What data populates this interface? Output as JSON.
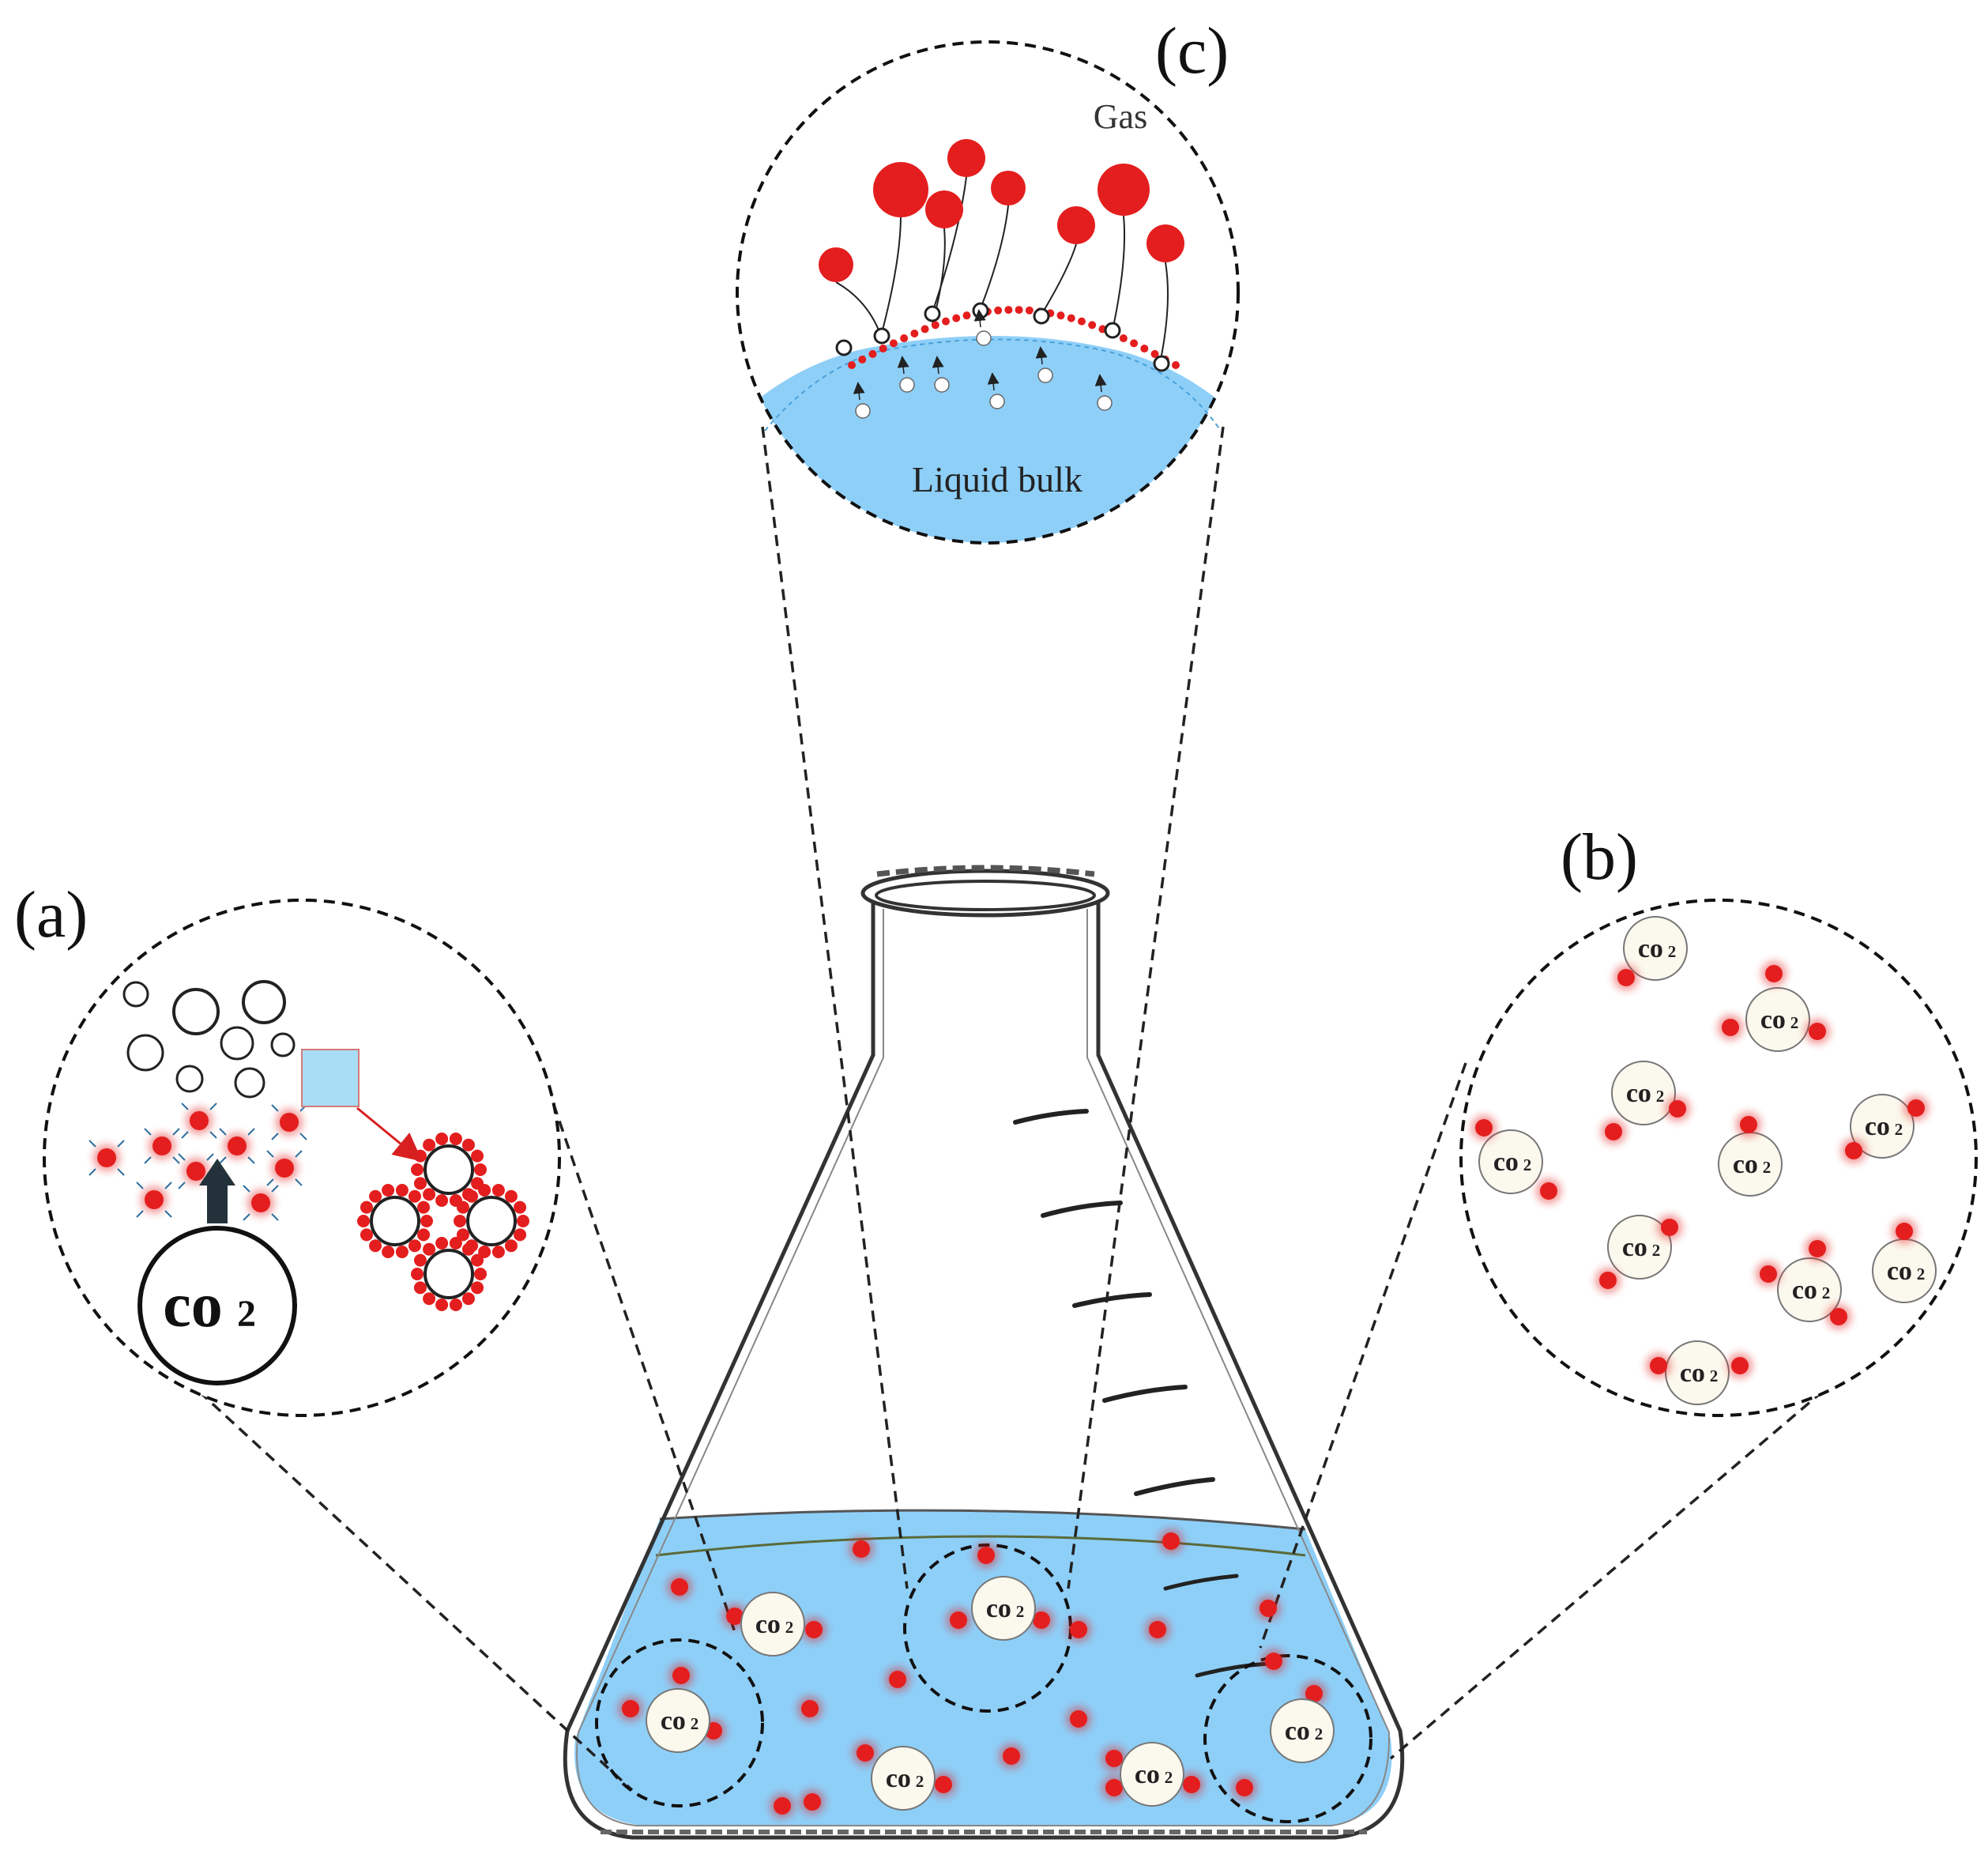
{
  "panel_labels": {
    "a": "(a)",
    "b": "(b)",
    "c": "(c)"
  },
  "molecule_label": "co",
  "molecule_subscript": "2",
  "panel_c": {
    "gas_label": "Gas",
    "liquid_label": "Liquid bulk"
  },
  "colors": {
    "liquid": "#8ecff8",
    "particle": "#e41e1e",
    "outline": "#111111",
    "bubble_fill": "#fbf8ee",
    "inset_box": "#a9dcf5"
  }
}
